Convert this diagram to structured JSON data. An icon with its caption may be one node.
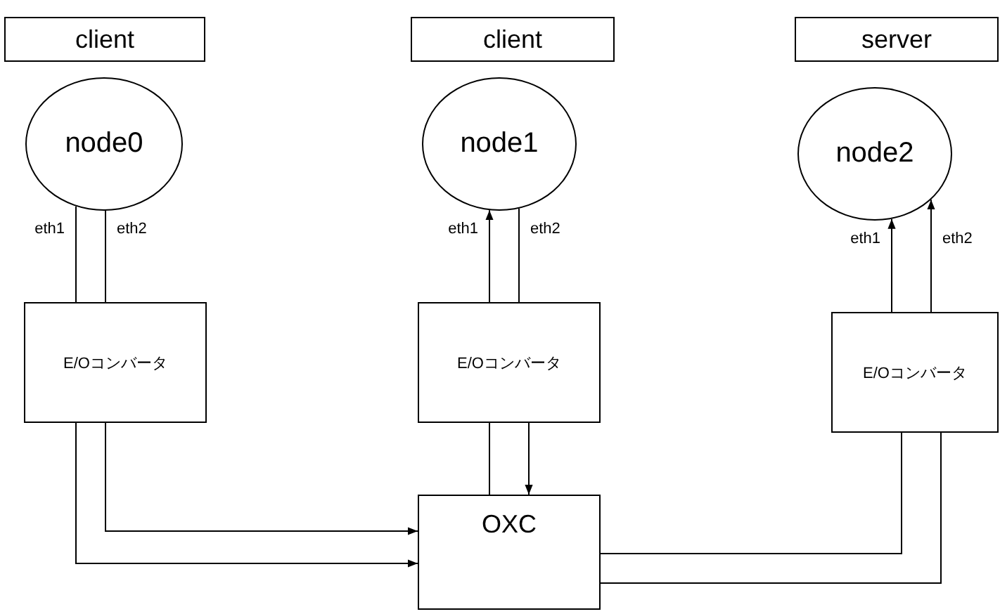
{
  "diagram": {
    "nodes": [
      {
        "text": [
          "client"
        ]
      },
      {
        "text": [
          "client"
        ]
      },
      {
        "text": [
          "server"
        ]
      },
      {
        "text": [
          "node0"
        ]
      },
      {
        "text": [
          "node1"
        ]
      },
      {
        "text": [
          "node2"
        ]
      },
      {
        "text": [
          "E/Oコンバータ"
        ]
      },
      {
        "text": [
          "E/Oコンバータ"
        ]
      },
      {
        "text": [
          "E/Oコンバータ"
        ]
      },
      {
        "text": [
          "OXC"
        ]
      }
    ],
    "edges": [
      {
        "from": 6,
        "to": 3,
        "arrow": "none",
        "label": "eth1"
      },
      {
        "from": 6,
        "to": 3,
        "arrow": "none",
        "label": "eth2"
      },
      {
        "from": 7,
        "to": 4,
        "arrow": "to",
        "label": "eth1"
      },
      {
        "from": 7,
        "to": 4,
        "arrow": "none",
        "label": "eth2"
      },
      {
        "from": 8,
        "to": 5,
        "arrow": "to",
        "label": "eth1"
      },
      {
        "from": 8,
        "to": 5,
        "arrow": "to",
        "label": "eth2"
      },
      {
        "from": 6,
        "to": 9,
        "arrow": "to"
      },
      {
        "from": 6,
        "to": 9,
        "arrow": "to"
      },
      {
        "from": 7,
        "to": 9,
        "arrow": "none"
      },
      {
        "from": 7,
        "to": 9,
        "arrow": "to"
      },
      {
        "from": 9,
        "to": 8,
        "arrow": "none"
      },
      {
        "from": 9,
        "to": 8,
        "arrow": "none"
      }
    ]
  }
}
